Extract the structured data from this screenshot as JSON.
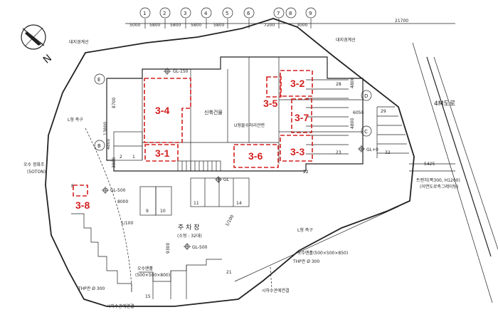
{
  "colors": {
    "zone": "#d42020",
    "line": "#222222"
  },
  "grid_axes": [
    "1",
    "2",
    "3",
    "4",
    "5",
    "6",
    "7",
    "8",
    "9"
  ],
  "row_axes": [
    "E",
    "B",
    "D",
    "C"
  ],
  "dimensions_top": [
    "5000",
    "5800",
    "5800",
    "5800",
    "5800",
    "7200",
    "3000",
    "21700"
  ],
  "zones": [
    "3-1",
    "3-2",
    "3-3",
    "3-4",
    "3-5",
    "3-6",
    "3-7",
    "3-8"
  ],
  "labels": {
    "boundary_left": "대지경계선",
    "boundary_right": "대지경계선",
    "new_building": "신축건물",
    "gl_minus150": "GL-150",
    "gl_minus500_a": "GL-500",
    "gl_minus500_b": "GL-500",
    "gl_zero": "GL+0",
    "gl_top": "GL",
    "road": "4M도로",
    "l_side_ditch_left": "L형 측구",
    "l_side_ditch_right": "L형 측구",
    "septic": "오수 정화조",
    "septic_sub": "(5OTON)",
    "parking_title": "주 차 장",
    "parking_sub": "(소형 : 32대)",
    "slope_a": "1/100",
    "slope_b": "1/100",
    "culvert": "U형물수처리관련",
    "drain_pipe_a": "THP관 Ø 300",
    "drain_pipe_b": "THP관 Ø 300",
    "manhole_a": "오수맨홀",
    "manhole_a_size": "(500×500×800)",
    "manhole_b": "오수맨홀(500×500×850)",
    "connection_a": "시하수관에연결",
    "connection_b": "시하수관에연결",
    "flume": "트렌치(폭300, H1200)",
    "flume_sub": "(이면도로측그레이팅)",
    "dim_5425": "5425",
    "dim_6050": "6050",
    "dim_8000": "8000",
    "dim_9300": "9300",
    "dim_4800_a": "4800",
    "dim_4800_b": "4800",
    "dim_4800_c": "4800",
    "dim_13800": "13800",
    "dim_8700": "8700",
    "dim_3800": "3800",
    "slot_1": "1",
    "slot_2": "2",
    "slot_8": "8",
    "slot_9": "9",
    "slot_10": "10",
    "slot_11": "11",
    "slot_14": "14",
    "slot_15": "15",
    "slot_21": "21",
    "slot_22": "22",
    "slot_23": "23",
    "slot_28": "28",
    "slot_29": "29",
    "slot_32": "32",
    "north": "N"
  }
}
